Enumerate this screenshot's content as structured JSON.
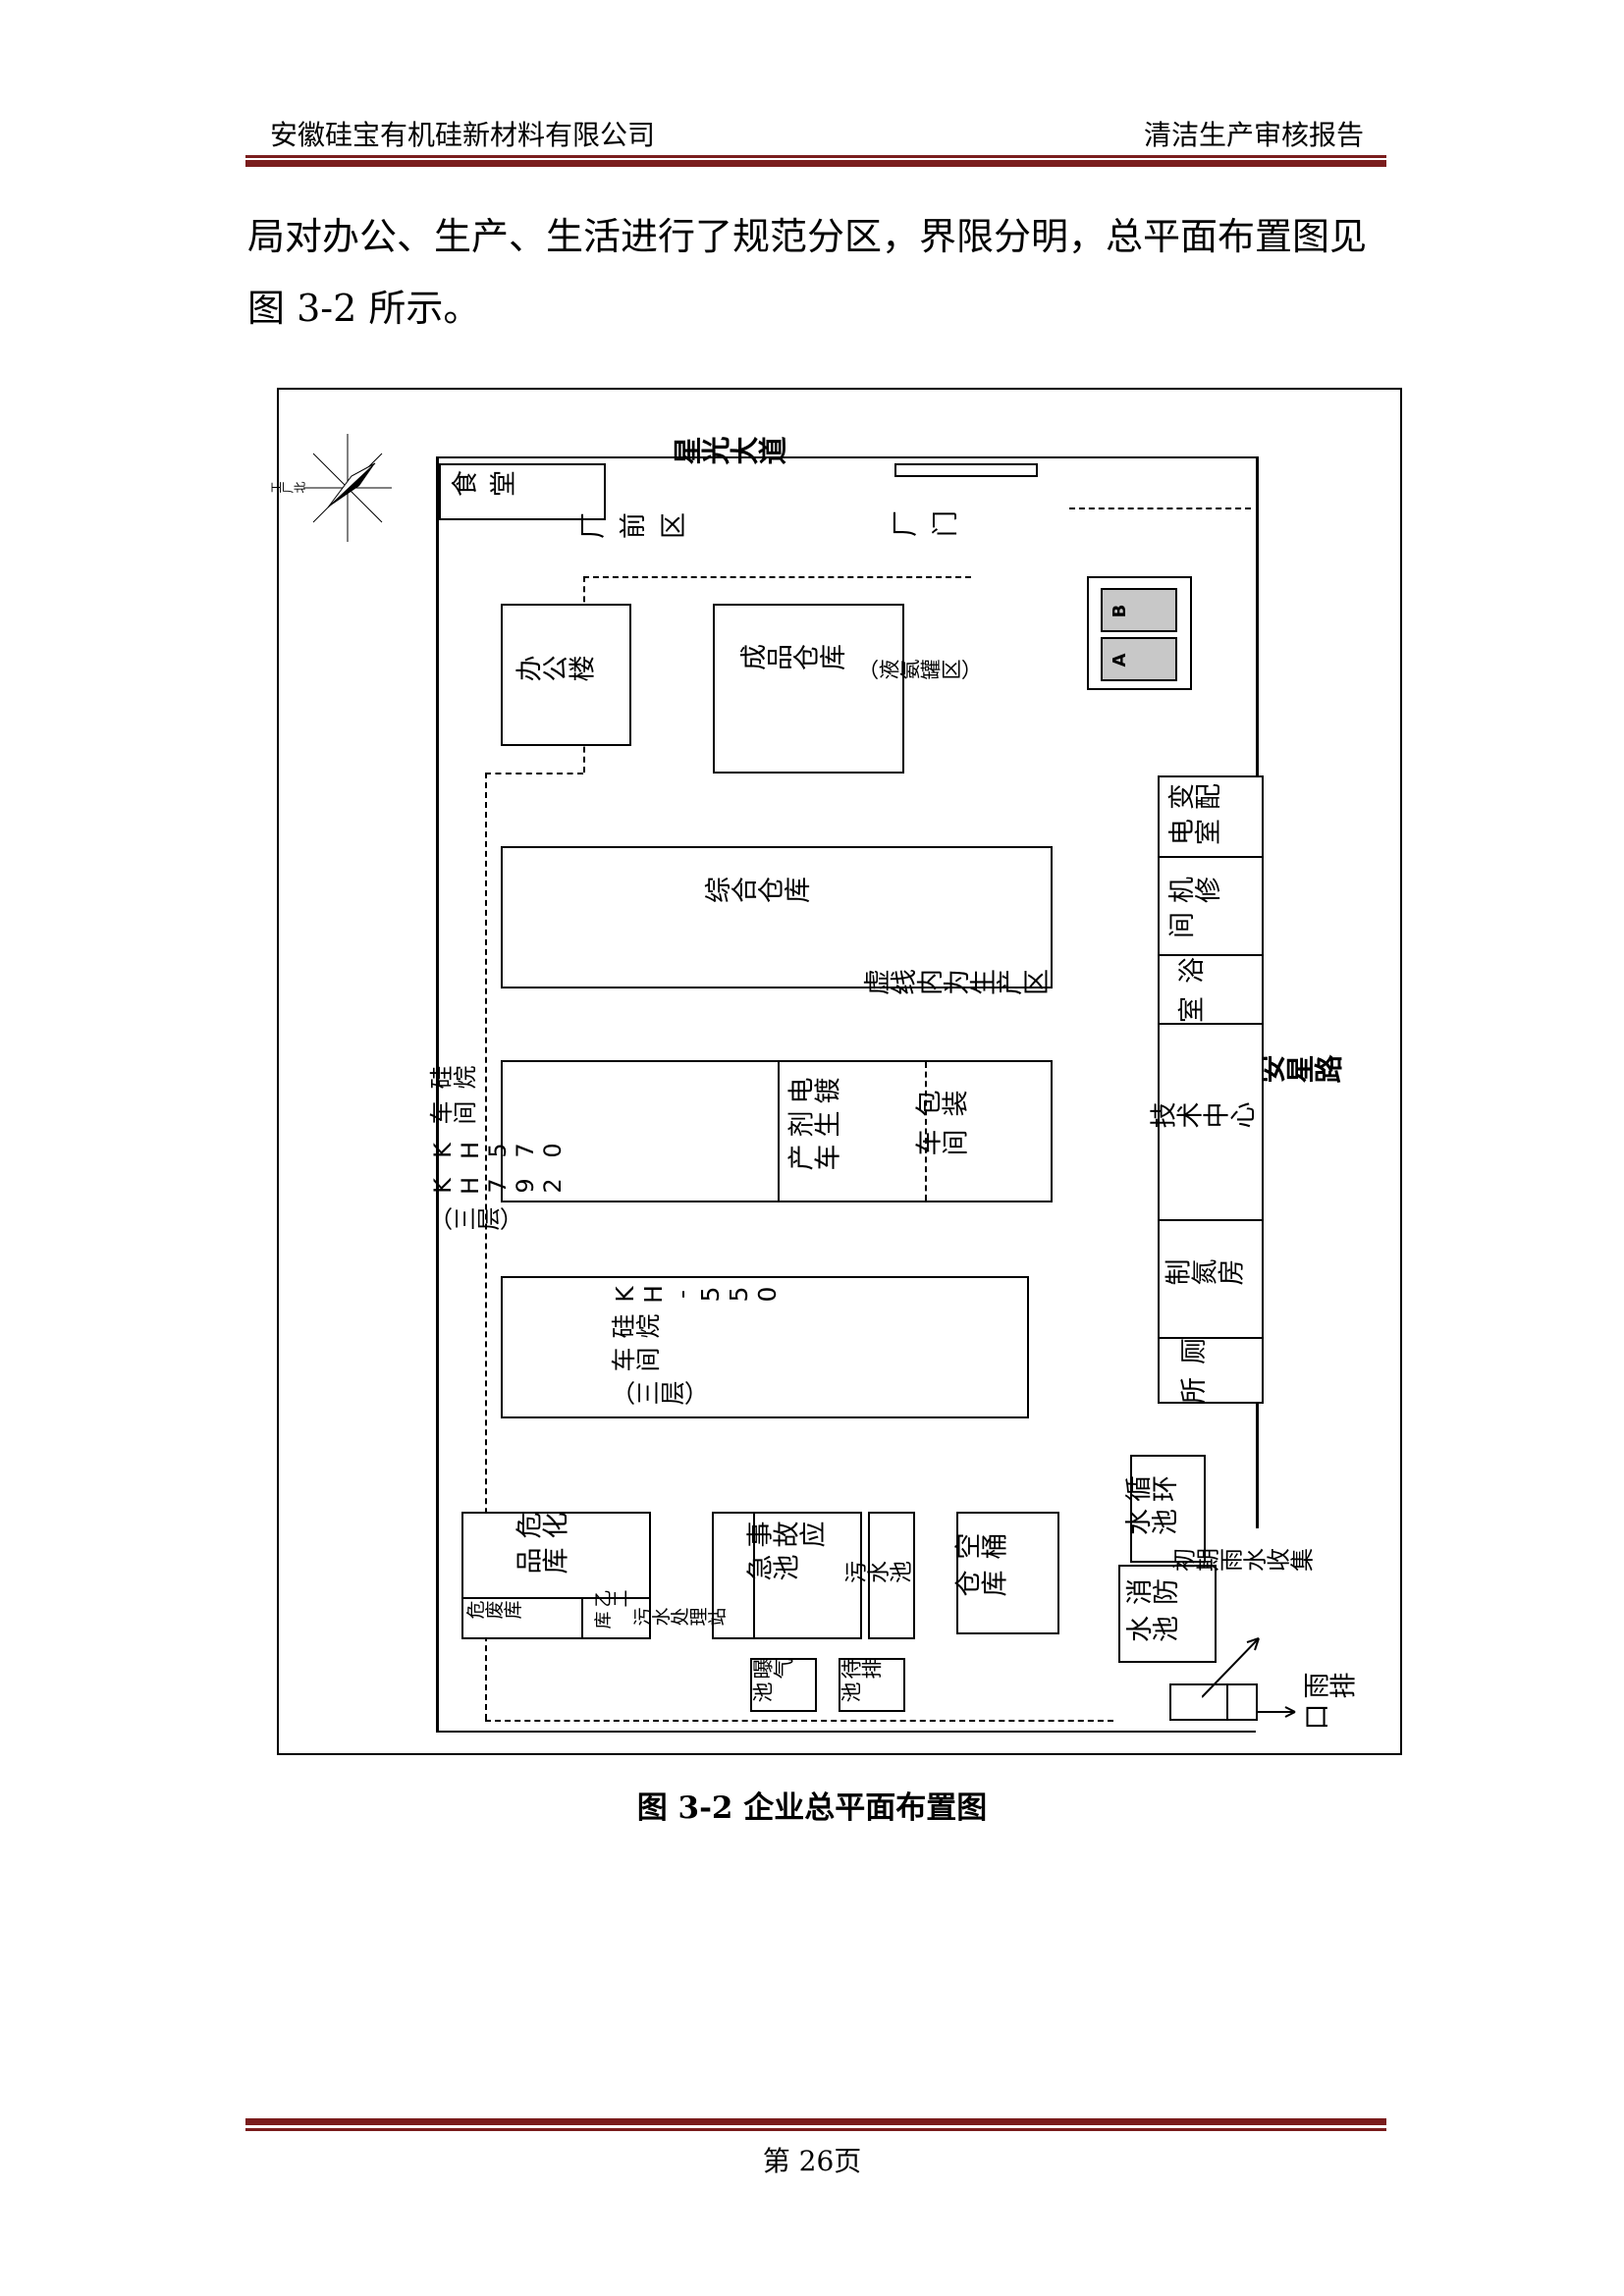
{
  "header": {
    "company": "安徽硅宝有机硅新材料有限公司",
    "report": "清洁生产审核报告"
  },
  "paragraph": "局对办公、生产、生活进行了规范分区，界限分明，总平面布置图见图 3-2 所示。",
  "figure": {
    "caption": "图 3-2  企业总平面布置图",
    "roads": {
      "north": "星光大道",
      "east": "安星路"
    },
    "compass_label": "工厂北",
    "zones": {
      "front": "厂前区",
      "gate": "厂门",
      "production_note": "虚线内为生产区",
      "ammonia_tank": "（液氨罐区）",
      "tank_a": "A",
      "tank_b": "B"
    },
    "buildings": {
      "canteen": "食堂",
      "office": "办公楼",
      "finished_warehouse": "成品仓库",
      "general_warehouse": "综合仓库",
      "silane_workshop": "硅烷\n车间\nKH570\nKH792\n（三层）",
      "electroplating": "电镀\n剂生\n产车",
      "packaging": "包装\n车间",
      "kh550_workshop": "KH-550\n硅烷\n车间\n（三层）",
      "substation": "变配\n电室",
      "repair": "机修\n间",
      "bathroom": "浴\n室",
      "tech_center": "技术中心",
      "nitrogen": "制氮房",
      "toilet": "厕\n所",
      "hazchem": "危化\n品库",
      "hazwaste": "危废库",
      "class_b": "乙二\n库",
      "sewage_station": "污水处理站",
      "emergency_pool": "事故应\n急池",
      "sewage_pool": "污水池",
      "aeration": "曝气\n池",
      "discharge": "待排\n池",
      "empty_barrel": "空桶\n仓库",
      "circulating": "循环\n水池",
      "fire_pool": "消防\n水池",
      "initial_rain": "初期雨水收集",
      "rain_outlet": "雨排\n口"
    }
  },
  "footer": {
    "page": "第  26页"
  }
}
